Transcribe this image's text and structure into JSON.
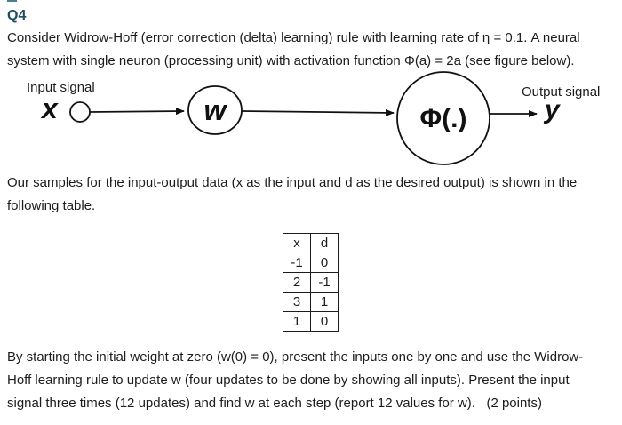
{
  "meta": {
    "background_color": "#ffffff",
    "text_color": "#1c1c1c",
    "accent_color": "#1e4f5c"
  },
  "heading": "Q4",
  "paragraph1": {
    "lines": [
      "Consider Widrow-Hoff (error correction (delta) learning) rule with learning rate of η = 0.1. A neural",
      "system with single neuron (processing unit) with activation function Φ(a) = 2a (see figure below)."
    ]
  },
  "diagram": {
    "input_label": "Input signal",
    "output_label": "Output signal",
    "x_label": "x",
    "w_label": "w",
    "phi_label": "Φ(.)",
    "y_label": "y"
  },
  "paragraph2": {
    "lines": [
      "Our samples for the input-output data (x as the input and d as the desired output) is shown in the",
      "following table."
    ]
  },
  "table": {
    "headers": [
      "x",
      "d"
    ],
    "rows": [
      [
        "-1",
        "0"
      ],
      [
        "2",
        "-1"
      ],
      [
        "3",
        "1"
      ],
      [
        "1",
        "0"
      ]
    ]
  },
  "paragraph3": {
    "lines": [
      "By starting the initial weight at zero (w(0) = 0), present the inputs one by one and use the Widrow-",
      "Hoff learning rule to update w (four updates to be done by showing all inputs). Present the input",
      "signal three times (12 updates) and find w at each step (report 12 values for w).   (2 points)"
    ]
  }
}
